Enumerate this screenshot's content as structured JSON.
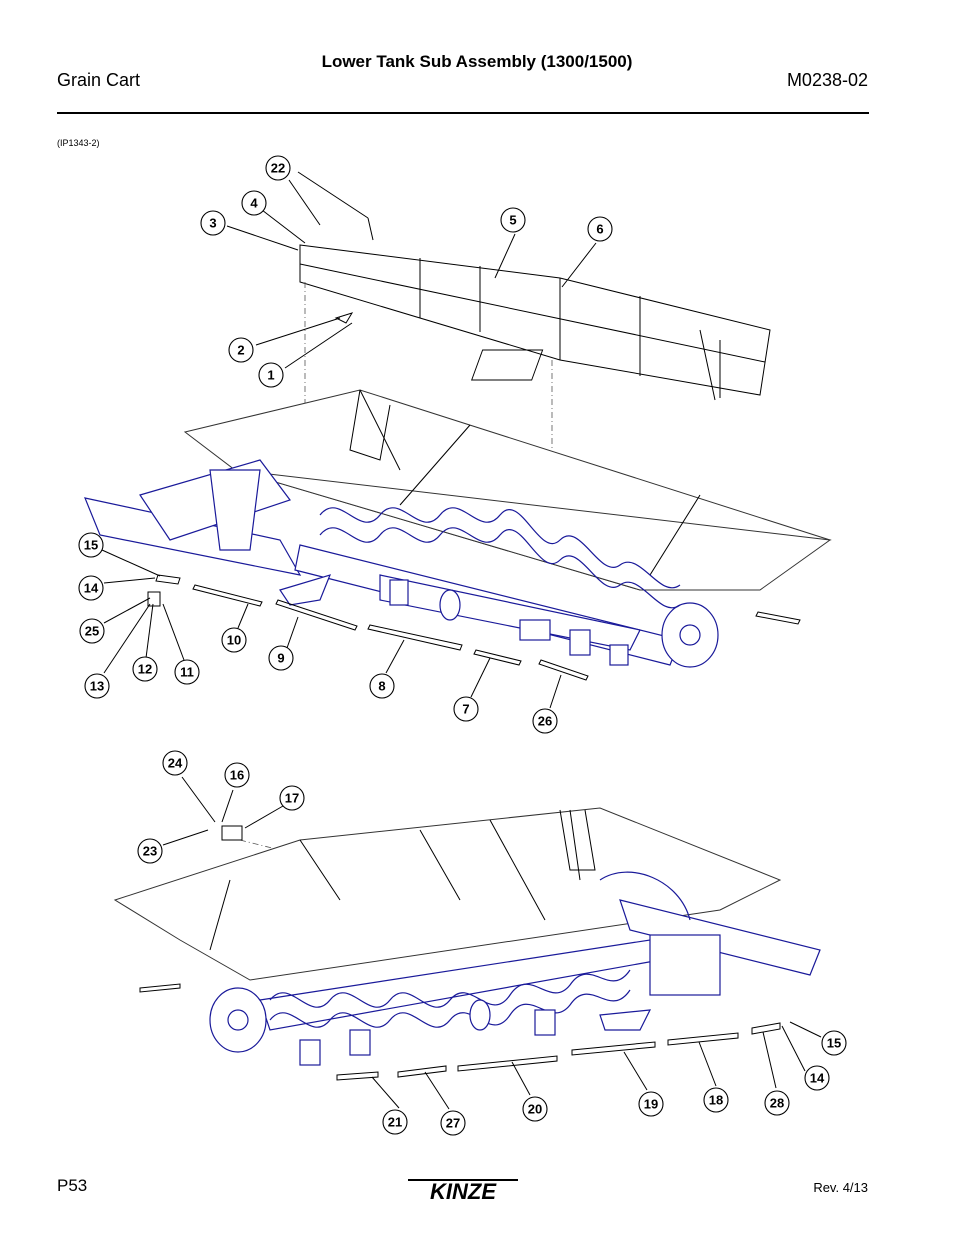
{
  "header": {
    "title": "Lower Tank Sub Assembly (1300/1500)",
    "product": "Grain Cart",
    "manual_number": "M0238-02"
  },
  "figure_ref": "(IP1343-2)",
  "footer": {
    "page": "P53",
    "revision": "Rev. 4/13",
    "logo_text": "KINZE",
    "logo_color": "#000000"
  },
  "colors": {
    "assembly": "#1a1a9a",
    "linework": "#000000"
  },
  "callouts": [
    "22",
    "4",
    "3",
    "5",
    "6",
    "2",
    "1",
    "15",
    "14",
    "25",
    "10",
    "9",
    "12",
    "11",
    "13",
    "8",
    "7",
    "26",
    "24",
    "16",
    "17",
    "23",
    "15",
    "14",
    "21",
    "27",
    "20",
    "19",
    "18",
    "28"
  ]
}
